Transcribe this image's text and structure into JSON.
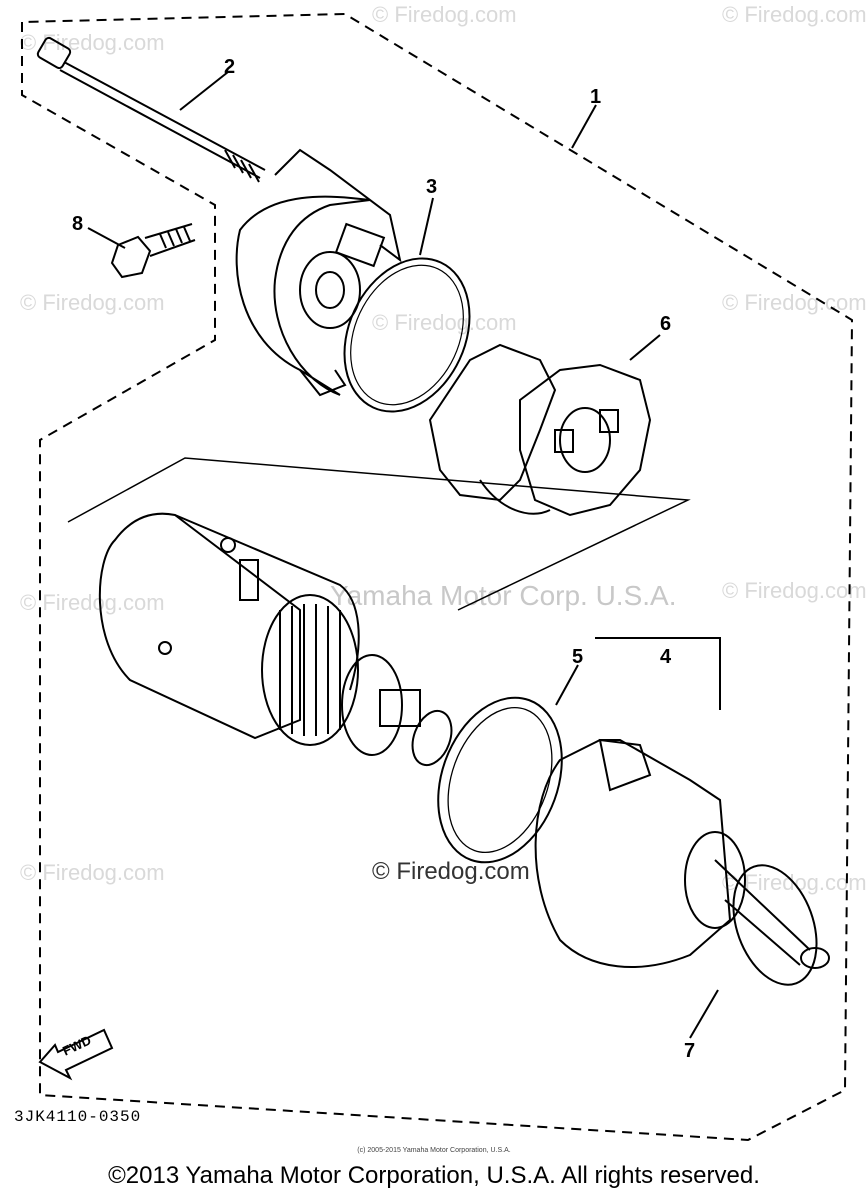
{
  "watermarks": {
    "site": "© Firedog.com",
    "center": "© Firedog.com",
    "corp": "Yamaha Motor Corp. U.S.A."
  },
  "callouts": [
    "1",
    "2",
    "3",
    "4",
    "5",
    "6",
    "7",
    "8"
  ],
  "fwd_label": "FWD",
  "diagram_code": "3JK4110-0350",
  "small_copyright": "(c) 2005-2015 Yamaha Motor Corporation, U.S.A.",
  "copyright": "©2013 Yamaha Motor Corporation, U.S.A. All rights reserved."
}
